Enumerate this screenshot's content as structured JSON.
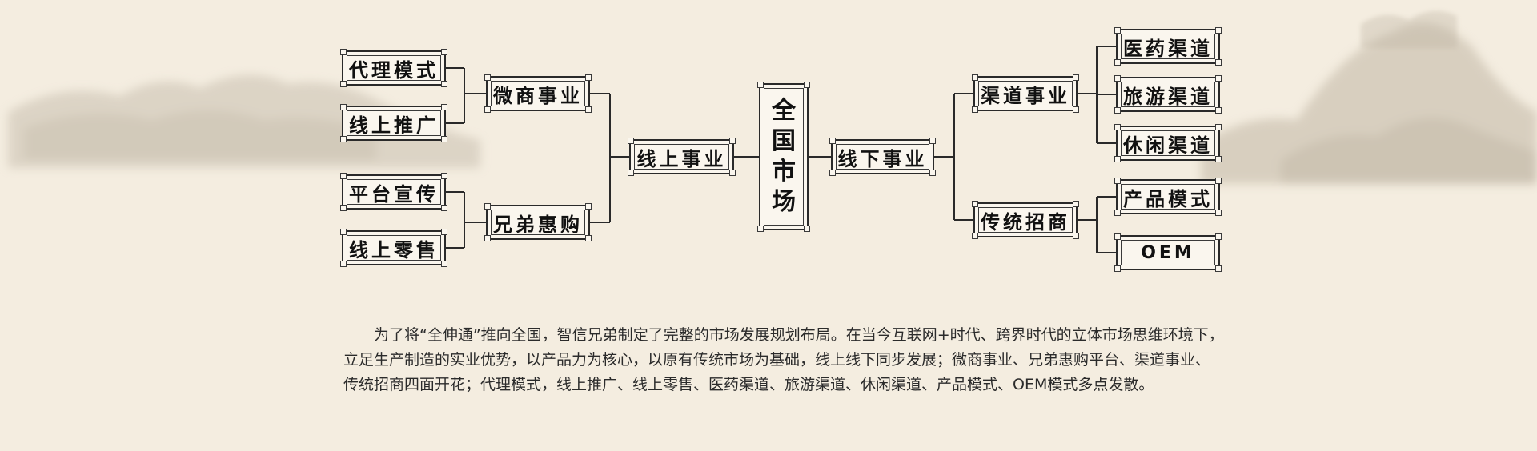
{
  "diagram": {
    "center": {
      "chars": [
        "全",
        "国",
        "市",
        "场"
      ]
    },
    "left": {
      "main": "线上事业",
      "branches": [
        {
          "label": "微商事业",
          "children": [
            "代理模式",
            "线上推广"
          ]
        },
        {
          "label": "兄弟惠购",
          "children": [
            "平台宣传",
            "线上零售"
          ]
        }
      ]
    },
    "right": {
      "main": "线下事业",
      "branches": [
        {
          "label": "渠道事业",
          "children": [
            "医药渠道",
            "旅游渠道",
            "休闲渠道"
          ]
        },
        {
          "label": "传统招商",
          "children": [
            "产品模式",
            "OEM"
          ]
        }
      ]
    }
  },
  "description": "为了将“全伸通”推向全国，智信兄弟制定了完整的市场发展规划布局。在当今互联网+时代、跨界时代的立体市场思维环境下，立足生产制造的实业优势，以产品力为核心，以原有传统市场为基础，线上线下同步发展；微商事业、兄弟惠购平台、渠道事业、传统招商四面开花；代理模式，线上推广、线上零售、医药渠道、旅游渠道、休闲渠道、产品模式、OEM模式多点发散。",
  "colors": {
    "background": "#f4ede0",
    "line": "#2a2a2a",
    "box_fill": "#faf6ee"
  }
}
